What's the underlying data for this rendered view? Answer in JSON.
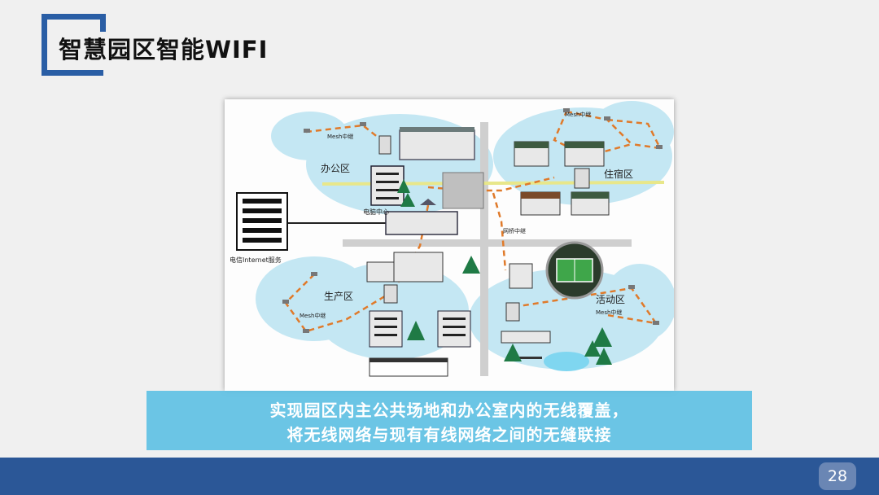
{
  "slide": {
    "title": "智慧园区智能WIFI",
    "caption_line1": "实现园区内主公共场地和办公室内的无线覆盖，",
    "caption_line2": "将无线网络与现有有线网络之间的无缝联接",
    "page_number": "28"
  },
  "diagram": {
    "zone_office": "办公区",
    "zone_residence": "住宿区",
    "zone_production": "生产区",
    "zone_activity": "活动区",
    "computer_center": "电脑中心",
    "telecom_service": "电信Internet服务",
    "bridge_relay": "网桥中继",
    "mesh_relay_1": "Mesh中继",
    "mesh_relay_2": "Mesh中继",
    "mesh_relay_3": "Mesh中继",
    "mesh_relay_4": "Mesh中继"
  },
  "colors": {
    "accent": "#2a5ea5",
    "footer": "#2b5797",
    "caption_band": "#58bee2",
    "cloud": "#bfe6f3",
    "link": "#e0782a"
  }
}
